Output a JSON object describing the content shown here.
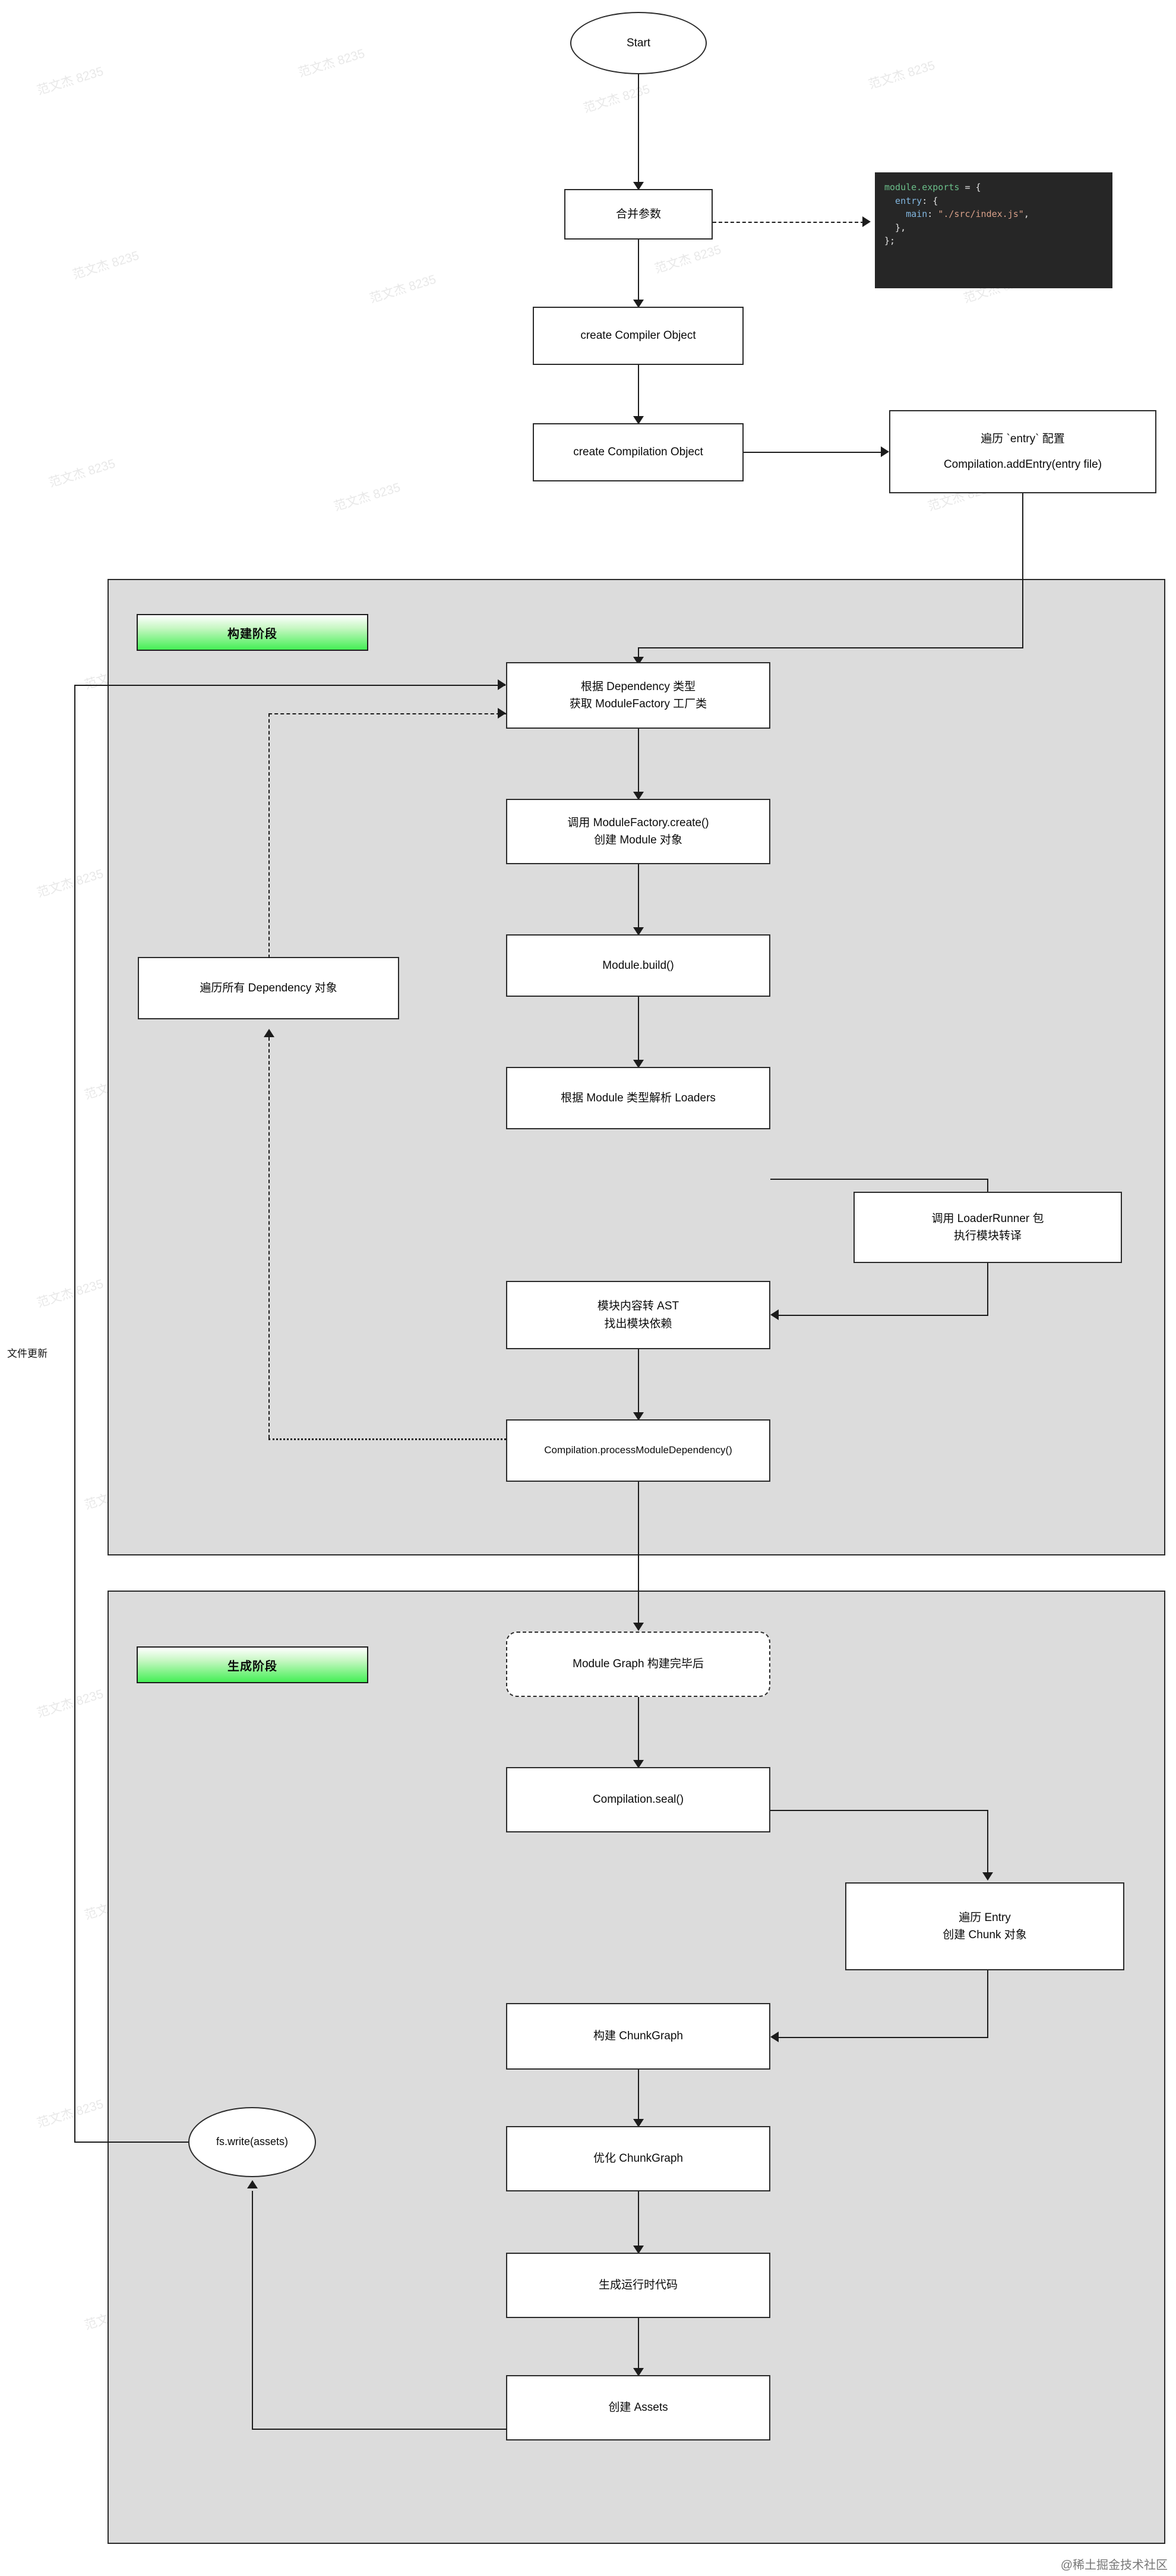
{
  "diagram": {
    "title": "webpack build flow",
    "watermark_text": "范文杰 8235",
    "signature": "@稀土掘金技术社区",
    "colors": {
      "panel_bg": "#dcdcdc",
      "node_bg": "#ffffff",
      "stroke": "#2b2b2b",
      "badge_green": "#44ef55",
      "code_bg": "#262626"
    }
  },
  "nodes": {
    "start": "Start",
    "merge_args": "合并参数",
    "create_compiler": "create Compiler Object",
    "create_compilation": "create Compilation Object",
    "add_entry_l1": "遍历 `entry` 配置",
    "add_entry_l2": "Compilation.addEntry(entry file)",
    "module_factory_l1": "根据 Dependency 类型",
    "module_factory_l2": "获取 ModuleFactory 工厂类",
    "create_module_l1": "调用 ModuleFactory.create()",
    "create_module_l2": "创建 Module 对象",
    "module_build": "Module.build()",
    "traverse_deps": "遍历所有 Dependency 对象",
    "resolve_loaders": "根据 Module 类型解析 Loaders",
    "loader_runner_l1": "调用 LoaderRunner 包",
    "loader_runner_l2": "执行模块转译",
    "ast_l1": "模块内容转 AST",
    "ast_l2": "找出模块依赖",
    "process_module_dep": "Compilation.processModuleDependency()",
    "module_graph_done": "Module Graph 构建完毕后",
    "compilation_seal": "Compilation.seal()",
    "traverse_entry_l1": "遍历 Entry",
    "traverse_entry_l2": "创建 Chunk 对象",
    "build_chunkgraph": "构建 ChunkGraph",
    "optimize_chunkgraph": "优化 ChunkGraph",
    "runtime_code": "生成运行时代码",
    "create_assets": "创建 Assets",
    "fs_write": "fs.write(assets)"
  },
  "badges": {
    "build_phase": "构建阶段",
    "emit_phase": "生成阶段"
  },
  "labels": {
    "file_update": "文件更新"
  },
  "code": {
    "line1_a": "module.exports",
    "line1_b": " = {",
    "line2_a": "  entry",
    "line2_b": ": {",
    "line3_a": "    main",
    "line3_b": ": ",
    "line3_c": "\"./src/index.js\"",
    "line3_d": ",",
    "line4": "  },",
    "line5": "};"
  }
}
